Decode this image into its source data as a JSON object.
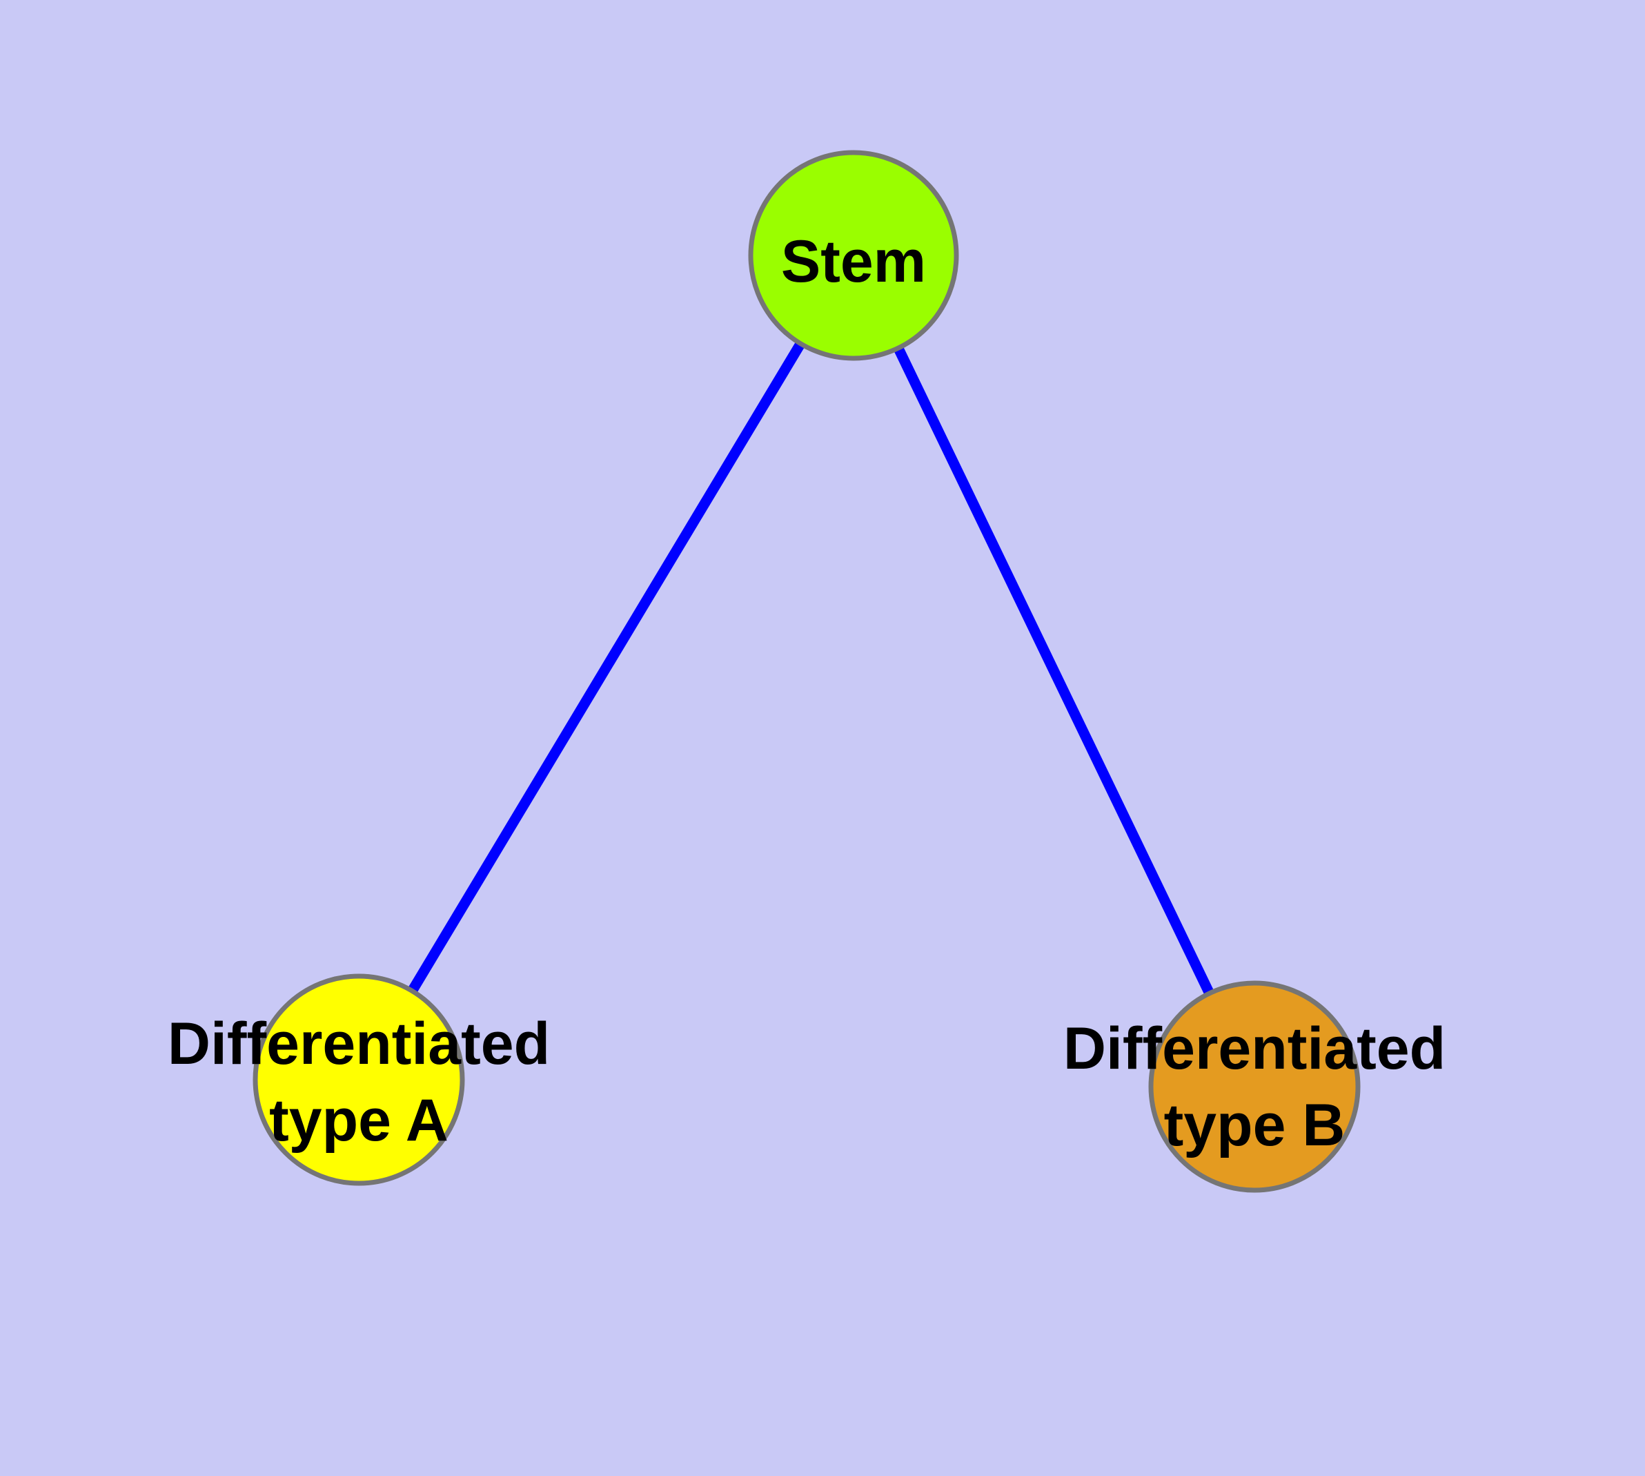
{
  "diagram": {
    "type": "node-link-graph",
    "background_color": "#C9C9F6",
    "edge_color": "#0000FF",
    "node_border_color": "#757575",
    "label_color": "#000000",
    "nodes": [
      {
        "id": "stem",
        "label": "Stem",
        "lines": [
          "Stem"
        ],
        "fill": "#9AFE00"
      },
      {
        "id": "differentiated-type-a",
        "label": "Differentiated type A",
        "lines": [
          "Differentiated",
          "type A"
        ],
        "fill": "#FFFF00"
      },
      {
        "id": "differentiated-type-b",
        "label": "Differentiated type B",
        "lines": [
          "Differentiated",
          "type B"
        ],
        "fill": "#E49B20"
      }
    ],
    "edges": [
      {
        "from": "Stem",
        "to": "Differentiated type A"
      },
      {
        "from": "Stem",
        "to": "Differentiated type B"
      }
    ]
  }
}
